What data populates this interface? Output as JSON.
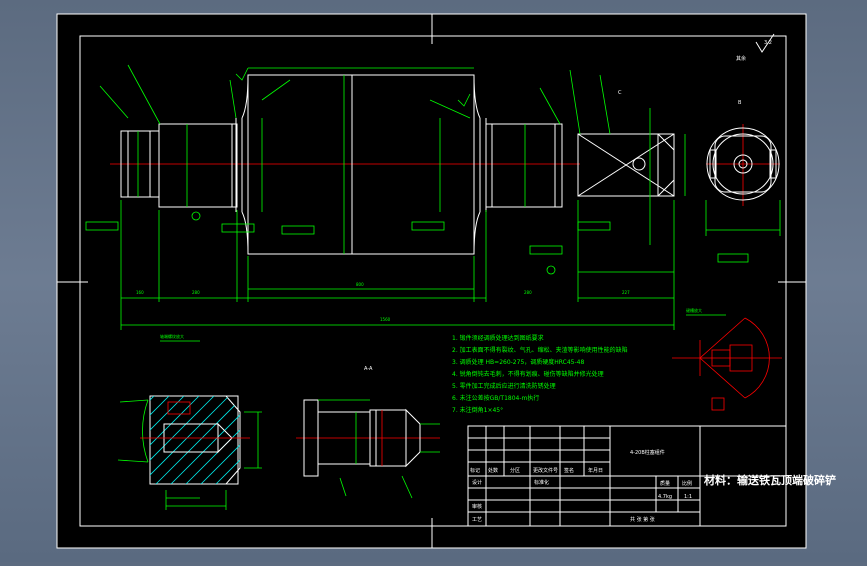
{
  "drawing": {
    "title_block": {
      "part_name": "材料：输送铁瓦顶端破碎铲",
      "top_label": "4-20B柱塞组件",
      "mass_label": "质量",
      "scale_label": "比例",
      "scale_value": "1:1",
      "weight_value": "4.7kg",
      "sheet_info": "共 张 第 张",
      "row_labels": [
        "标记",
        "处数",
        "分区",
        "更改文件号",
        "签名",
        "年月日"
      ],
      "left_labels": [
        "设计",
        "审核",
        "工艺"
      ],
      "std_label": "标准化"
    },
    "notes": [
      "1. 锻件须经调质处理达到图纸要求",
      "2. 加工表面不得有裂纹、气孔、缩松、夹渣等影响使用性能的缺陷",
      "3. 调质处理 HB=260-275，调质硬度HRC45-48",
      "4. 锐角倒钝去毛刺，不得有划痕、碰伤等缺陷并修光处理",
      "5. 零件加工完成后应进行清洗防锈处理",
      "6. 未注公差按GB/T1804-m执行",
      "7. 未注倒角1×45°"
    ],
    "roughness_label": "其余",
    "view_labels": {
      "section_a": "A-A",
      "detail_left": "轴端螺纹放大",
      "detail_right": "键槽放大",
      "view_c": "C",
      "view_b": "B"
    },
    "dims": {
      "overall_length": "1560",
      "main_body": "800",
      "left_shoulder": "160",
      "left_journal": "280",
      "right_journal": "280",
      "right_end": "227"
    }
  },
  "colors": {
    "background": "#000000",
    "frame": "#ffffff",
    "dimension": "#00ff00",
    "centerline": "#ff0000",
    "hatching": "#00e6e6"
  }
}
